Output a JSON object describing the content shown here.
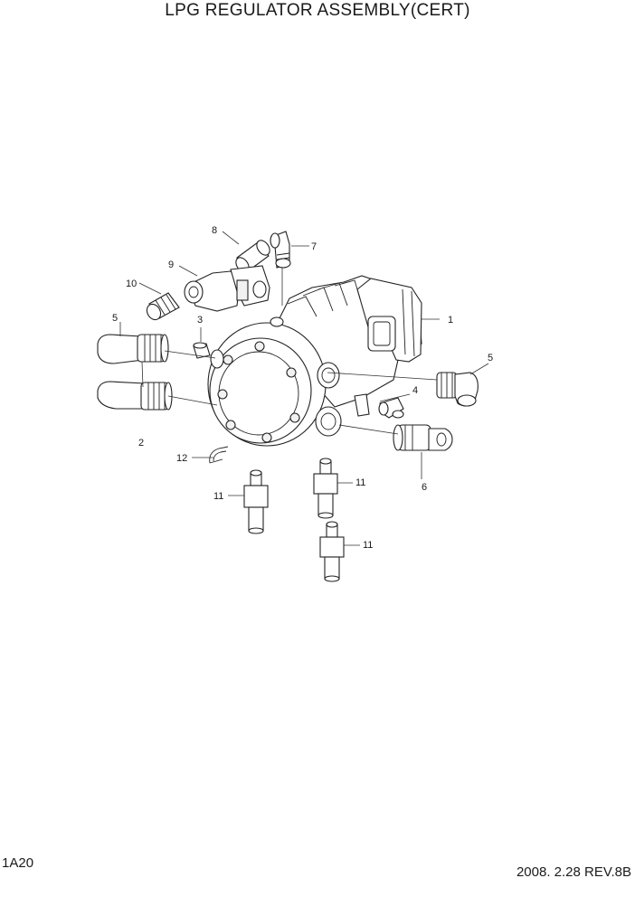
{
  "title": "LPG REGULATOR ASSEMBLY(CERT)",
  "page_code": "1A20",
  "revision": "2008. 2.28 REV.8B",
  "callouts": {
    "c1": "1",
    "c2": "2",
    "c3": "3",
    "c4": "4",
    "c5_left": "5",
    "c5_right": "5",
    "c6": "6",
    "c7": "7",
    "c8": "8",
    "c9": "9",
    "c10": "10",
    "c11_a": "11",
    "c11_b": "11",
    "c11_c": "11",
    "c12": "12"
  }
}
